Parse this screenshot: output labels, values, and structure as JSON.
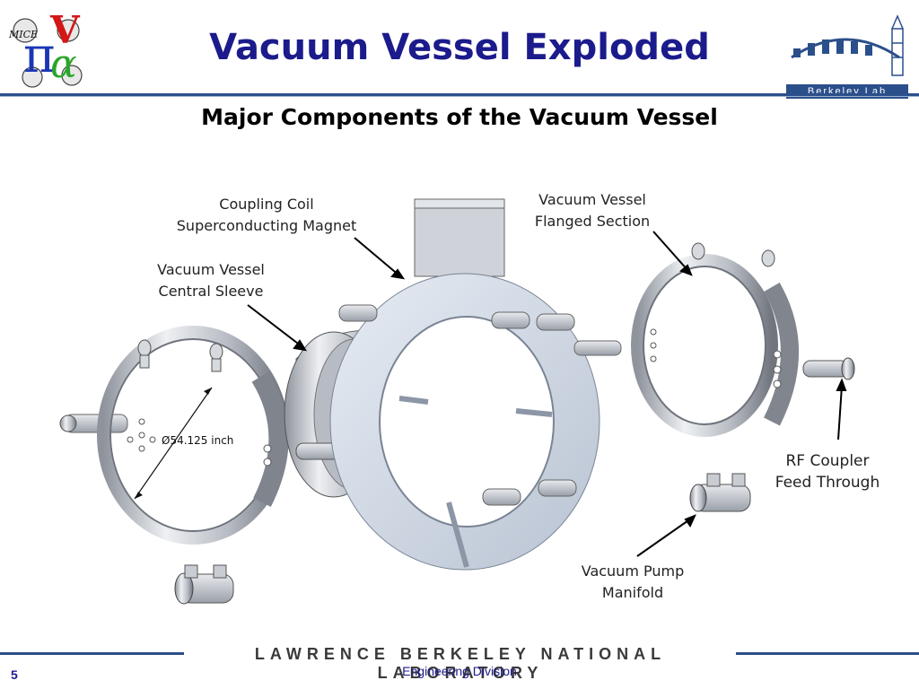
{
  "slide": {
    "title": "Vacuum Vessel Exploded",
    "subtitle": "Major Components of the Vacuum Vessel",
    "page_number": "5"
  },
  "logos": {
    "mice_text": "MICE",
    "berkeley_lab_text": "Berkeley Lab"
  },
  "callouts": {
    "coupling_coil": [
      "Coupling Coil",
      "Superconducting Magnet"
    ],
    "flanged_section": [
      "Vacuum Vessel",
      "Flanged Section"
    ],
    "central_sleeve": [
      "Vacuum Vessel",
      "Central Sleeve"
    ],
    "rf_coupler": [
      "RF Coupler",
      "Feed Through"
    ],
    "pump_manifold": [
      "Vacuum Pump",
      "Manifold"
    ]
  },
  "dimension": "Ø54.125 inch",
  "footer": {
    "laboratory": "Lawrence Berkeley National Laboratory",
    "division": "Engineering Division"
  },
  "colors": {
    "title": "#1b1b8c",
    "rule": "#2b4f8a",
    "metal": "#c9ccd3"
  }
}
